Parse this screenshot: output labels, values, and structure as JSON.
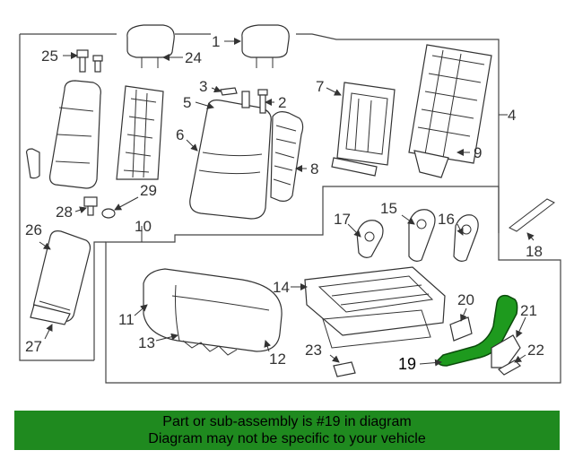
{
  "callouts": {
    "c1": "1",
    "c2": "2",
    "c3": "3",
    "c4": "4",
    "c5": "5",
    "c6": "6",
    "c7": "7",
    "c8": "8",
    "c9": "9",
    "c10": "10",
    "c11": "11",
    "c12": "12",
    "c13": "13",
    "c14": "14",
    "c15": "15",
    "c16": "16",
    "c17": "17",
    "c18": "18",
    "c19": "19",
    "c20": "20",
    "c21": "21",
    "c22": "22",
    "c23": "23",
    "c24": "24",
    "c25": "25",
    "c26": "26",
    "c27": "27",
    "c28": "28",
    "c29": "29"
  },
  "highlight_color": "#1e9a1e",
  "banner": {
    "line1": "Part or sub-assembly is #19 in diagram",
    "line2": "Diagram may not be specific to your vehicle",
    "background": "#1f8a1f"
  }
}
